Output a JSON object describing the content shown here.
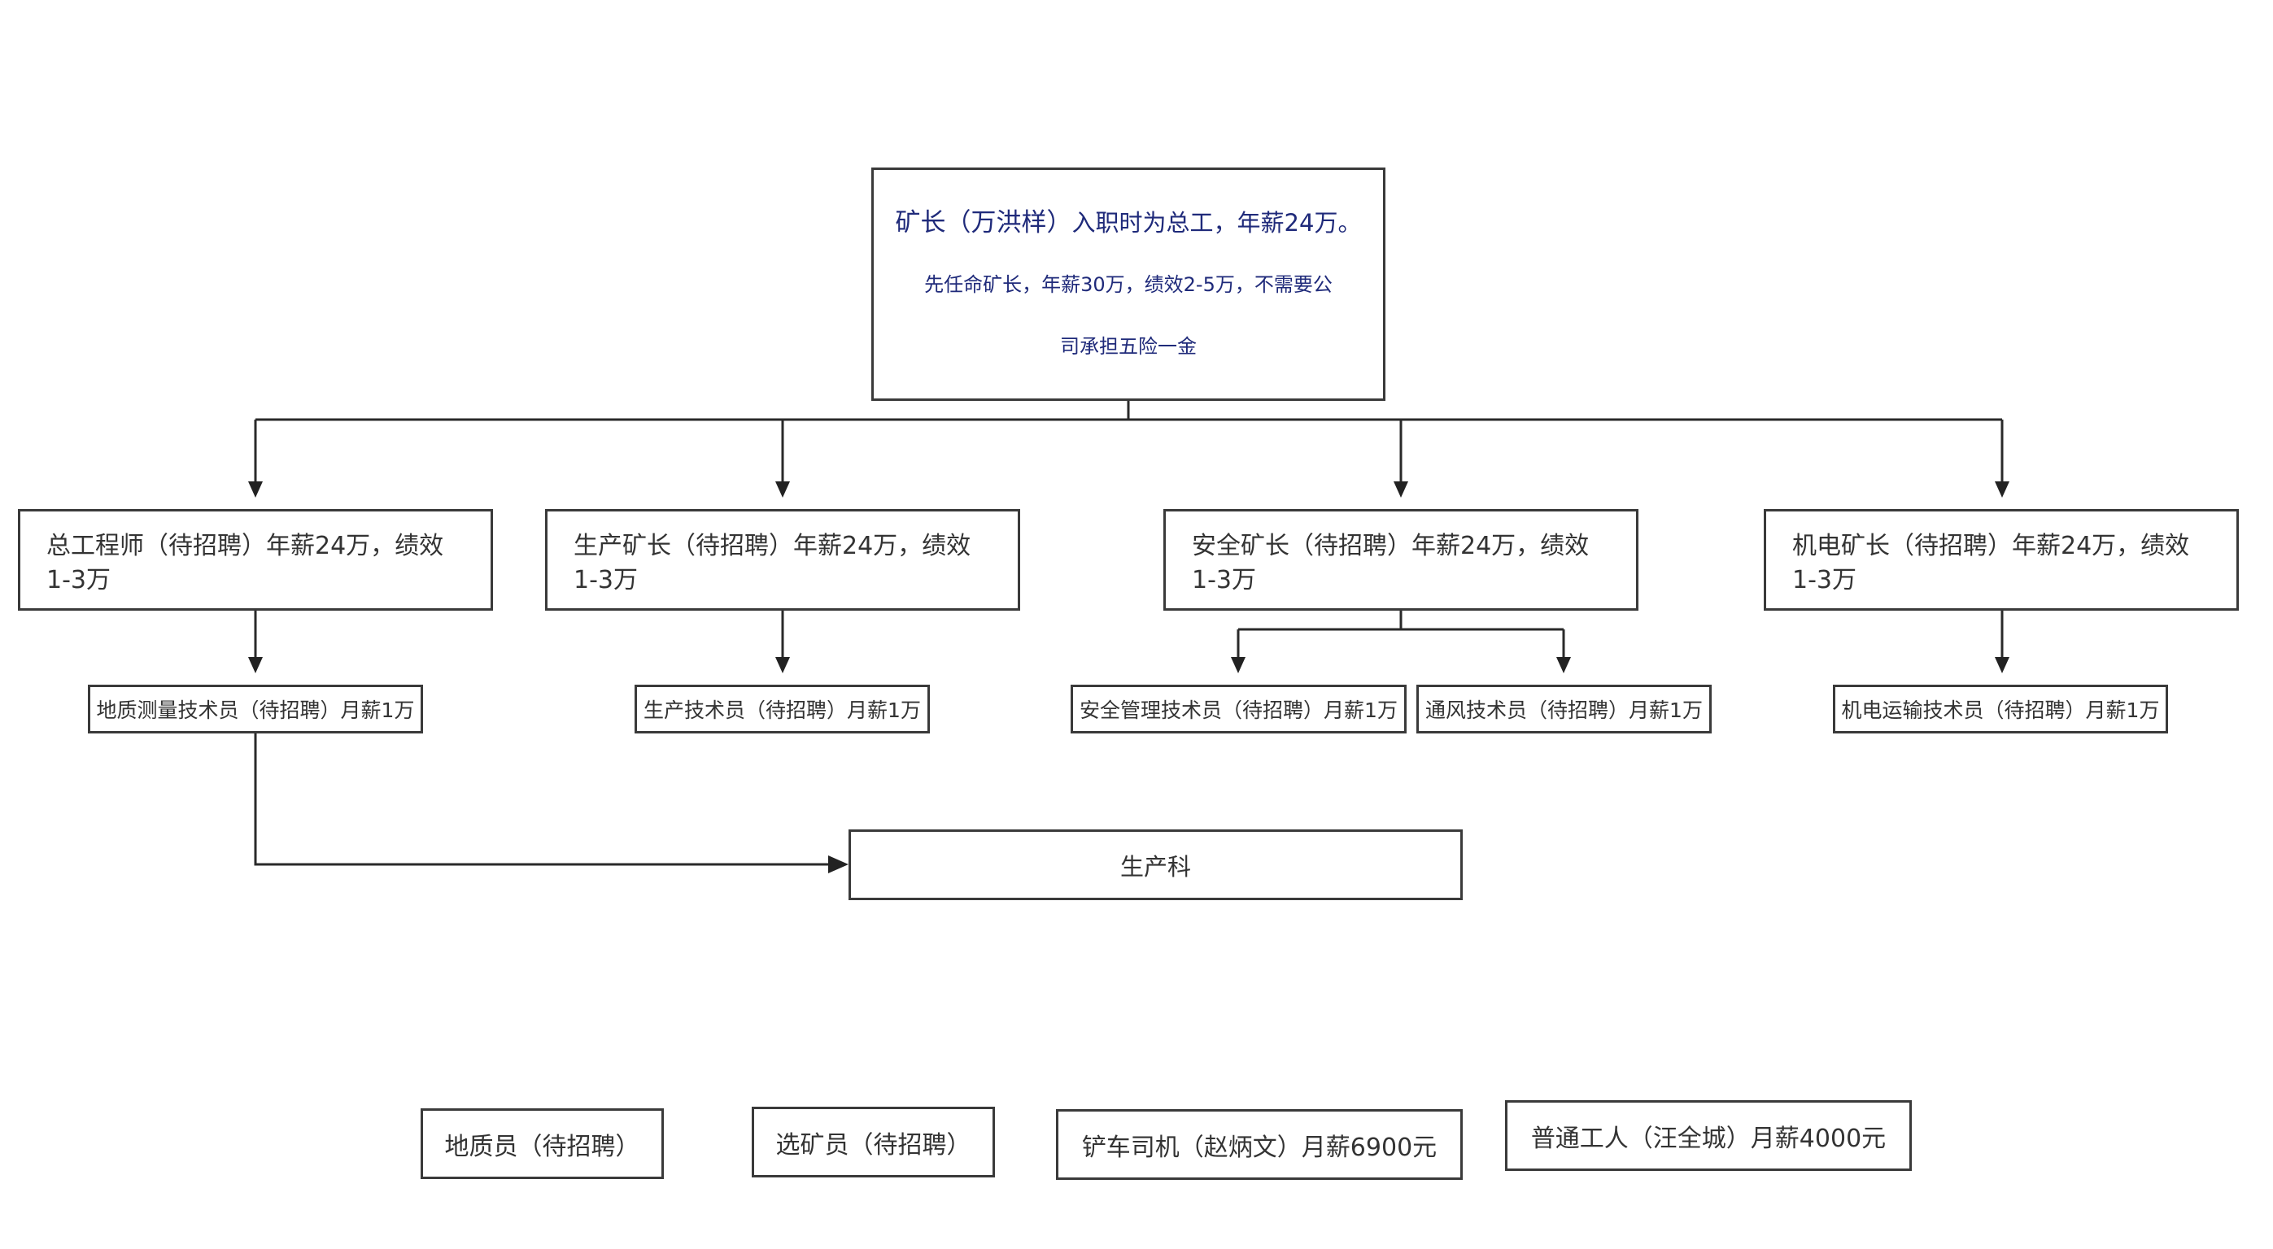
{
  "root": {
    "line1_name": "矿长（万洪样）",
    "line1_rest": "入职时为总工，年薪24万。",
    "line2": "先任命矿长，年薪30万，绩效2-5万，不需要公",
    "line3": "司承担五险一金"
  },
  "level1": [
    {
      "line1": "总工程师（待招聘）年薪24万，绩效",
      "line2": "1-3万"
    },
    {
      "line1": "生产矿长（待招聘）年薪24万，绩效",
      "line2": "1-3万"
    },
    {
      "line1": "安全矿长（待招聘）年薪24万，绩效",
      "line2": "1-3万"
    },
    {
      "line1": "机电矿长（待招聘）年薪24万，绩效",
      "line2": "1-3万"
    }
  ],
  "level2": [
    "地质测量技术员（待招聘）月薪1万",
    "生产技术员（待招聘）月薪1万",
    "安全管理技术员（待招聘）月薪1万",
    "通风技术员（待招聘）月薪1万",
    "机电运输技术员（待招聘）月薪1万"
  ],
  "department": "生产科",
  "bottom": [
    "地质员（待招聘）",
    "选矿员（待招聘）",
    "铲车司机（赵炳文）月薪6900元",
    "普通工人（汪全城）月薪4000元"
  ]
}
